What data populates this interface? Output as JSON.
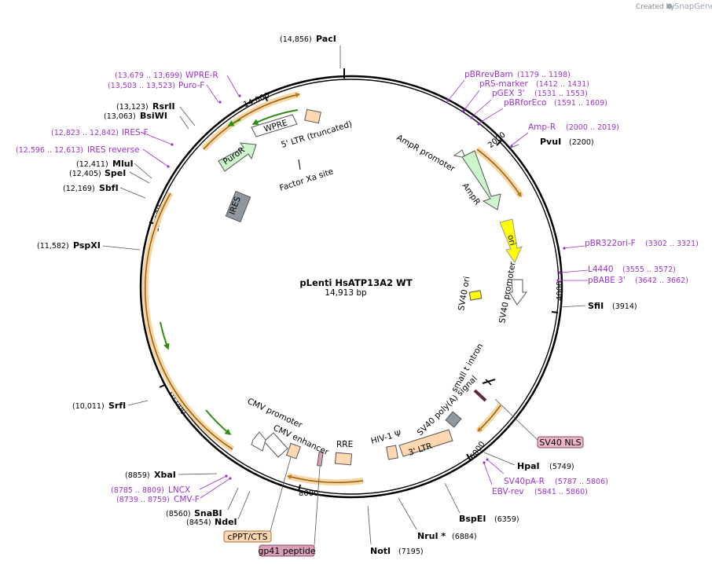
{
  "credit": {
    "prefix": "Created by",
    "brand": "SnapGene"
  },
  "plasmid": {
    "name": "pLenti HsATP13A2 WT",
    "length": "14,913 bp"
  },
  "ticks": [
    "2000",
    "4000",
    "6000",
    "8000",
    "10,000",
    "12,000",
    "14,000"
  ],
  "sites": {
    "paci": {
      "name": "PacI",
      "pos": "(14,856)"
    },
    "pvui": {
      "name": "PvuI",
      "pos": "(2200)"
    },
    "sfii": {
      "name": "SfiI",
      "pos": "(3914)"
    },
    "hpai": {
      "name": "HpaI",
      "pos": "(5749)"
    },
    "bspei": {
      "name": "BspEI",
      "pos": "(6359)"
    },
    "nrui": {
      "name": "NruI *",
      "pos": "(6884)"
    },
    "noti": {
      "name": "NotI",
      "pos": "(7195)"
    },
    "ndei": {
      "name": "NdeI",
      "pos": "(8454)"
    },
    "snabi": {
      "name": "SnaBI",
      "pos": "(8560)"
    },
    "xbai": {
      "name": "XbaI",
      "pos": "(8859)"
    },
    "srfi": {
      "name": "SrfI",
      "pos": "(10,011)"
    },
    "pspxi": {
      "name": "PspXI",
      "pos": "(11,582)"
    },
    "sbfi": {
      "name": "SbfI",
      "pos": "(12,169)"
    },
    "spei": {
      "name": "SpeI",
      "pos": "(12,405)"
    },
    "mlui": {
      "name": "MluI",
      "pos": "(12,411)"
    },
    "bsiwi": {
      "name": "BsiWI",
      "pos": "(13,063)"
    },
    "rsrii": {
      "name": "RsrII",
      "pos": "(13,123)"
    }
  },
  "primers": {
    "pbrrevbam": {
      "name": "pBRrevBam",
      "pos": "(1179 .. 1198)"
    },
    "prsmarker": {
      "name": "pRS-marker",
      "pos": "(1412 .. 1431)"
    },
    "pgex3": {
      "name": "pGEX 3'",
      "pos": "(1531 .. 1553)"
    },
    "pbrforeco": {
      "name": "pBRforEco",
      "pos": "(1591 .. 1609)"
    },
    "ampr": {
      "name": "Amp-R",
      "pos": "(2000 .. 2019)"
    },
    "pbr322ori": {
      "name": "pBR322ori-F",
      "pos": "(3302 .. 3321)"
    },
    "l4440": {
      "name": "L4440",
      "pos": "(3555 .. 3572)"
    },
    "pbabe3": {
      "name": "pBABE 3'",
      "pos": "(3642 .. 3662)"
    },
    "sv40par": {
      "name": "SV40pA-R",
      "pos": "(5787 .. 5806)"
    },
    "ebvrev": {
      "name": "EBV-rev",
      "pos": "(5841 .. 5860)"
    },
    "lncx": {
      "name": "LNCX",
      "pos": "(8785 .. 8809)"
    },
    "cmvf": {
      "name": "CMV-F",
      "pos": "(8739 .. 8759)"
    },
    "iresrev": {
      "name": "IRES reverse",
      "pos": "(12,596 .. 12,613)"
    },
    "iresf": {
      "name": "IRES-F",
      "pos": "(12,823 .. 12,842)"
    },
    "purof": {
      "name": "Puro-F",
      "pos": "(13,503 .. 13,523)"
    },
    "wprer": {
      "name": "WPRE-R",
      "pos": "(13,679 .. 13,699)"
    }
  },
  "features": {
    "ampr_promoter": "AmpR promoter",
    "ampr": "AmpR",
    "ori": "ori",
    "sv40_promoter": "SV40 promoter",
    "sv40_ori": "SV40 ori",
    "small_t_intron": "small t intron",
    "sv40_polya": "SV40 poly(A) signal",
    "sv40_nls": "SV40 NLS",
    "ltr3": "3' LTR",
    "hiv_psi": "HIV-1 Ψ",
    "rre": "RRE",
    "cmv_enhancer": "CMV enhancer",
    "cmv_promoter": "CMV promoter",
    "cppt": "cPPT/CTS",
    "gp41": "gp41 peptide",
    "factor_xa": "Factor Xa site",
    "ires": "IRES",
    "puror": "PuroR",
    "wpre": "WPRE",
    "ltr5": "5' LTR (truncated)"
  },
  "colors": {
    "primer": "#9a32cd",
    "orf": "#e8a94a",
    "resistance": "#ccf5cc",
    "ori": "#ffff00",
    "ltr": "#ffd8b1",
    "ires": "#8f979f",
    "nls": "#e8b6c8"
  }
}
